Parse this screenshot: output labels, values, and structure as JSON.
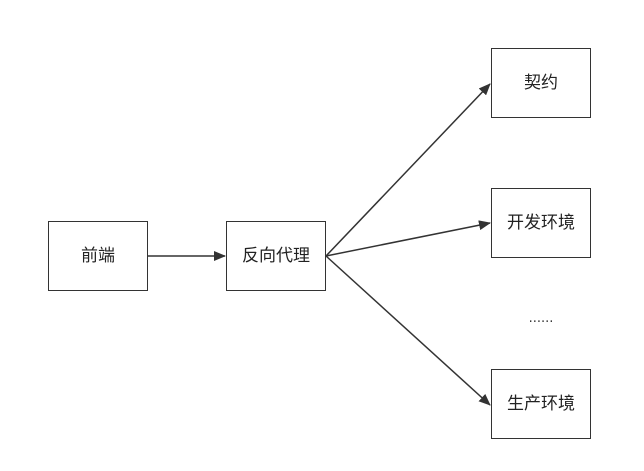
{
  "diagram": {
    "nodes": {
      "frontend": "前端",
      "proxy": "反向代理",
      "contract": "契约",
      "dev_env": "开发环境",
      "prod_env": "生产环境"
    },
    "ellipsis": "......",
    "edges": [
      {
        "from": "frontend",
        "to": "proxy"
      },
      {
        "from": "proxy",
        "to": "contract"
      },
      {
        "from": "proxy",
        "to": "dev_env"
      },
      {
        "from": "proxy",
        "to": "prod_env"
      }
    ],
    "colors": {
      "stroke": "#333333",
      "text": "#222222",
      "background": "#ffffff"
    }
  }
}
